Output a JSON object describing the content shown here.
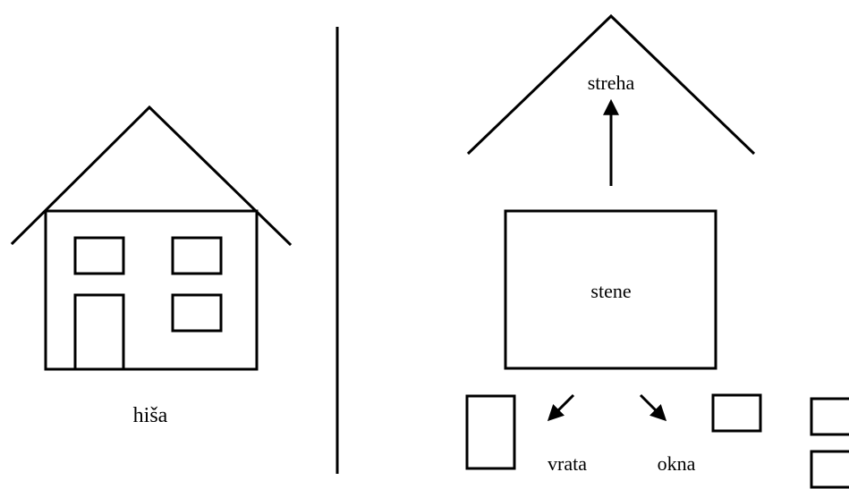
{
  "labels": {
    "house": "hiša",
    "roof": "streha",
    "walls": "stene",
    "door": "vrata",
    "windows": "okna"
  },
  "colors": {
    "stroke": "#000000",
    "background": "#ffffff"
  }
}
